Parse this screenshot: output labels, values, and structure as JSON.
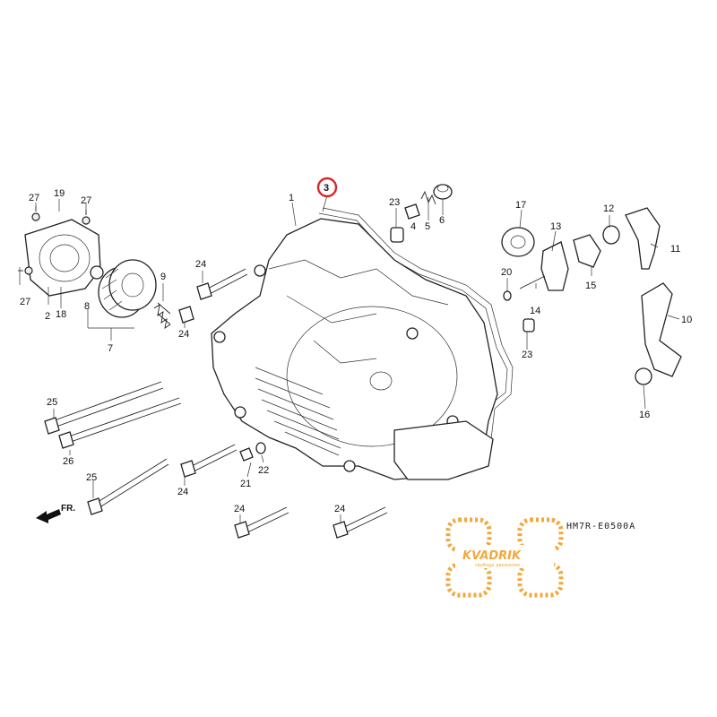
{
  "diagram": {
    "code": "HM7R-E0500A",
    "direction_label": "FR.",
    "highlight_color": "#d9252a",
    "logo": {
      "brand": "KVADRIK",
      "tagline": "свобода движения",
      "color": "#f1a534"
    },
    "callouts": [
      {
        "id": "c1",
        "label": "1"
      },
      {
        "id": "c2",
        "label": "2"
      },
      {
        "id": "c3",
        "label": "3",
        "highlighted": true
      },
      {
        "id": "c4",
        "label": "4"
      },
      {
        "id": "c5",
        "label": "5"
      },
      {
        "id": "c6",
        "label": "6"
      },
      {
        "id": "c7",
        "label": "7"
      },
      {
        "id": "c8",
        "label": "8"
      },
      {
        "id": "c9",
        "label": "9"
      },
      {
        "id": "c10",
        "label": "10"
      },
      {
        "id": "c11",
        "label": "11"
      },
      {
        "id": "c12",
        "label": "12"
      },
      {
        "id": "c13",
        "label": "13"
      },
      {
        "id": "c14",
        "label": "14"
      },
      {
        "id": "c15",
        "label": "15"
      },
      {
        "id": "c16",
        "label": "16"
      },
      {
        "id": "c17",
        "label": "17"
      },
      {
        "id": "c18",
        "label": "18"
      },
      {
        "id": "c19",
        "label": "19"
      },
      {
        "id": "c20",
        "label": "20"
      },
      {
        "id": "c21",
        "label": "21"
      },
      {
        "id": "c22",
        "label": "22"
      },
      {
        "id": "c23a",
        "label": "23"
      },
      {
        "id": "c23b",
        "label": "23"
      },
      {
        "id": "c24a",
        "label": "24"
      },
      {
        "id": "c24b",
        "label": "24"
      },
      {
        "id": "c24c",
        "label": "24"
      },
      {
        "id": "c24d",
        "label": "24"
      },
      {
        "id": "c24e",
        "label": "24"
      },
      {
        "id": "c25a",
        "label": "25"
      },
      {
        "id": "c25b",
        "label": "25"
      },
      {
        "id": "c26",
        "label": "26"
      },
      {
        "id": "c27a",
        "label": "27"
      },
      {
        "id": "c27b",
        "label": "27"
      },
      {
        "id": "c27c",
        "label": "27"
      }
    ]
  }
}
